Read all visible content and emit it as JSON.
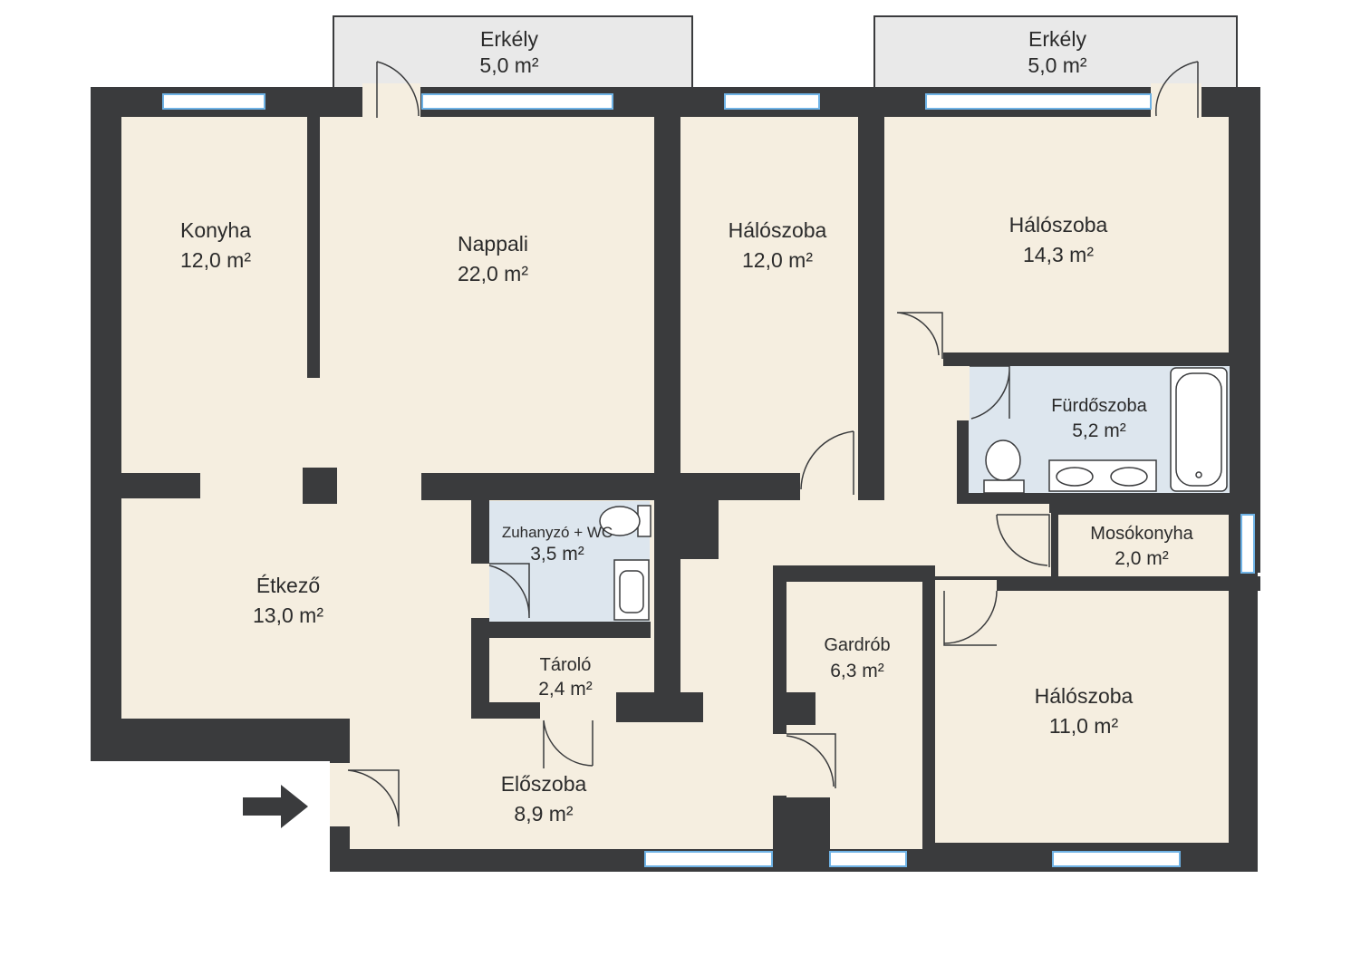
{
  "rooms": {
    "balcony_left": {
      "name": "Erkély",
      "area": "5,0 m²"
    },
    "balcony_right": {
      "name": "Erkély",
      "area": "5,0 m²"
    },
    "kitchen": {
      "name": "Konyha",
      "area": "12,0 m²"
    },
    "living_room": {
      "name": "Nappali",
      "area": "22,0 m²"
    },
    "bedroom_1": {
      "name": "Hálószoba",
      "area": "12,0 m²"
    },
    "bedroom_2": {
      "name": "Hálószoba",
      "area": "14,3 m²"
    },
    "bathroom": {
      "name": "Fürdőszoba",
      "area": "5,2 m²"
    },
    "shower_wc": {
      "name": "Zuhanyzó + WC",
      "area": "3,5 m²"
    },
    "dining": {
      "name": "Étkező",
      "area": "13,0 m²"
    },
    "laundry": {
      "name": "Mosókonyha",
      "area": "2,0 m²"
    },
    "storage": {
      "name": "Tároló",
      "area": "2,4 m²"
    },
    "wardrobe": {
      "name": "Gardrób",
      "area": "6,3 m²"
    },
    "bedroom_3": {
      "name": "Hálószoba",
      "area": "11,0 m²"
    },
    "hallway": {
      "name": "Előszoba",
      "area": "8,9 m²"
    }
  },
  "colors": {
    "wall": "#3a3b3d",
    "floor": "#f5eee0",
    "wet_room": "#dde6ee",
    "balcony": "#e9e9e9",
    "window": "#6fb3e6"
  }
}
